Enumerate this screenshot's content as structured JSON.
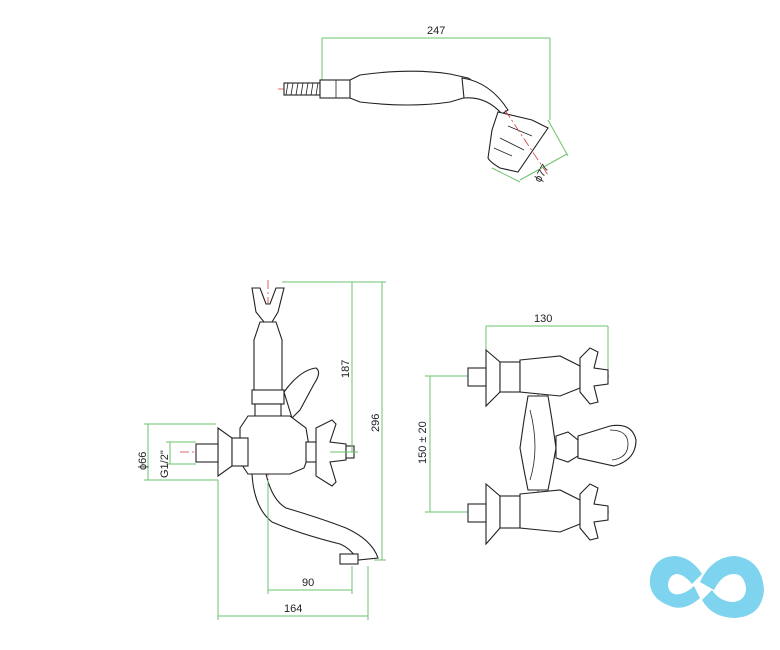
{
  "dimensions": {
    "hand_shower_length": "247",
    "shower_head_diameter": "ϕ77",
    "holder_height": "187",
    "total_height": "296",
    "flange_diameter": "ϕ66",
    "inlet_thread": "G1/2\"",
    "spout_reach": "90",
    "total_depth": "164",
    "valve_width": "130",
    "centre_distance": "150 ± 20"
  },
  "logo": {
    "text": "CD",
    "color": "#7ed3ee"
  },
  "colors": {
    "dimension_line": "#6cc36c",
    "axis_line": "#d43a3a",
    "outline": "#222222"
  }
}
